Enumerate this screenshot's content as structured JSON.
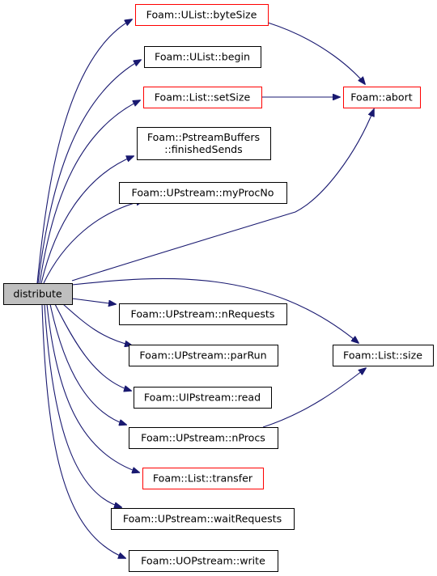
{
  "colors": {
    "edge": "#191970",
    "node_border_normal": "#000000",
    "node_border_highlight": "#ff0000",
    "root_fill": "#bfbfbf",
    "node_fill": "#ffffff"
  },
  "nodes": [
    {
      "id": "distribute",
      "lines": [
        "distribute"
      ],
      "style": "root"
    },
    {
      "id": "ulist-bytesize",
      "lines": [
        "Foam::UList::byteSize"
      ],
      "style": "red"
    },
    {
      "id": "ulist-begin",
      "lines": [
        "Foam::UList::begin"
      ],
      "style": "black"
    },
    {
      "id": "list-setsize",
      "lines": [
        "Foam::List::setSize"
      ],
      "style": "red"
    },
    {
      "id": "pstreambuffers-finishedsends",
      "lines": [
        "Foam::PstreamBuffers",
        "::finishedSends"
      ],
      "style": "black"
    },
    {
      "id": "upstream-myprocno",
      "lines": [
        "Foam::UPstream::myProcNo"
      ],
      "style": "black"
    },
    {
      "id": "abort",
      "lines": [
        "Foam::abort"
      ],
      "style": "red"
    },
    {
      "id": "upstream-nrequests",
      "lines": [
        "Foam::UPstream::nRequests"
      ],
      "style": "black"
    },
    {
      "id": "upstream-parrun",
      "lines": [
        "Foam::UPstream::parRun"
      ],
      "style": "black"
    },
    {
      "id": "list-size",
      "lines": [
        "Foam::List::size"
      ],
      "style": "black"
    },
    {
      "id": "uipstream-read",
      "lines": [
        "Foam::UIPstream::read"
      ],
      "style": "black"
    },
    {
      "id": "upstream-nprocs",
      "lines": [
        "Foam::UPstream::nProcs"
      ],
      "style": "black"
    },
    {
      "id": "list-transfer",
      "lines": [
        "Foam::List::transfer"
      ],
      "style": "red"
    },
    {
      "id": "upstream-waitrequests",
      "lines": [
        "Foam::UPstream::waitRequests"
      ],
      "style": "black"
    },
    {
      "id": "uopstream-write",
      "lines": [
        "Foam::UOPstream::write"
      ],
      "style": "black"
    }
  ],
  "edges": [
    {
      "from": "distribute",
      "to": "ulist-bytesize"
    },
    {
      "from": "distribute",
      "to": "ulist-begin"
    },
    {
      "from": "distribute",
      "to": "list-setsize"
    },
    {
      "from": "distribute",
      "to": "pstreambuffers-finishedsends"
    },
    {
      "from": "distribute",
      "to": "upstream-myprocno"
    },
    {
      "from": "distribute",
      "to": "abort"
    },
    {
      "from": "distribute",
      "to": "upstream-nrequests"
    },
    {
      "from": "distribute",
      "to": "upstream-parrun"
    },
    {
      "from": "distribute",
      "to": "list-size"
    },
    {
      "from": "distribute",
      "to": "uipstream-read"
    },
    {
      "from": "distribute",
      "to": "upstream-nprocs"
    },
    {
      "from": "distribute",
      "to": "list-transfer"
    },
    {
      "from": "distribute",
      "to": "upstream-waitrequests"
    },
    {
      "from": "distribute",
      "to": "uopstream-write"
    },
    {
      "from": "ulist-bytesize",
      "to": "abort"
    },
    {
      "from": "list-setsize",
      "to": "abort"
    },
    {
      "from": "upstream-nprocs",
      "to": "list-size"
    }
  ]
}
